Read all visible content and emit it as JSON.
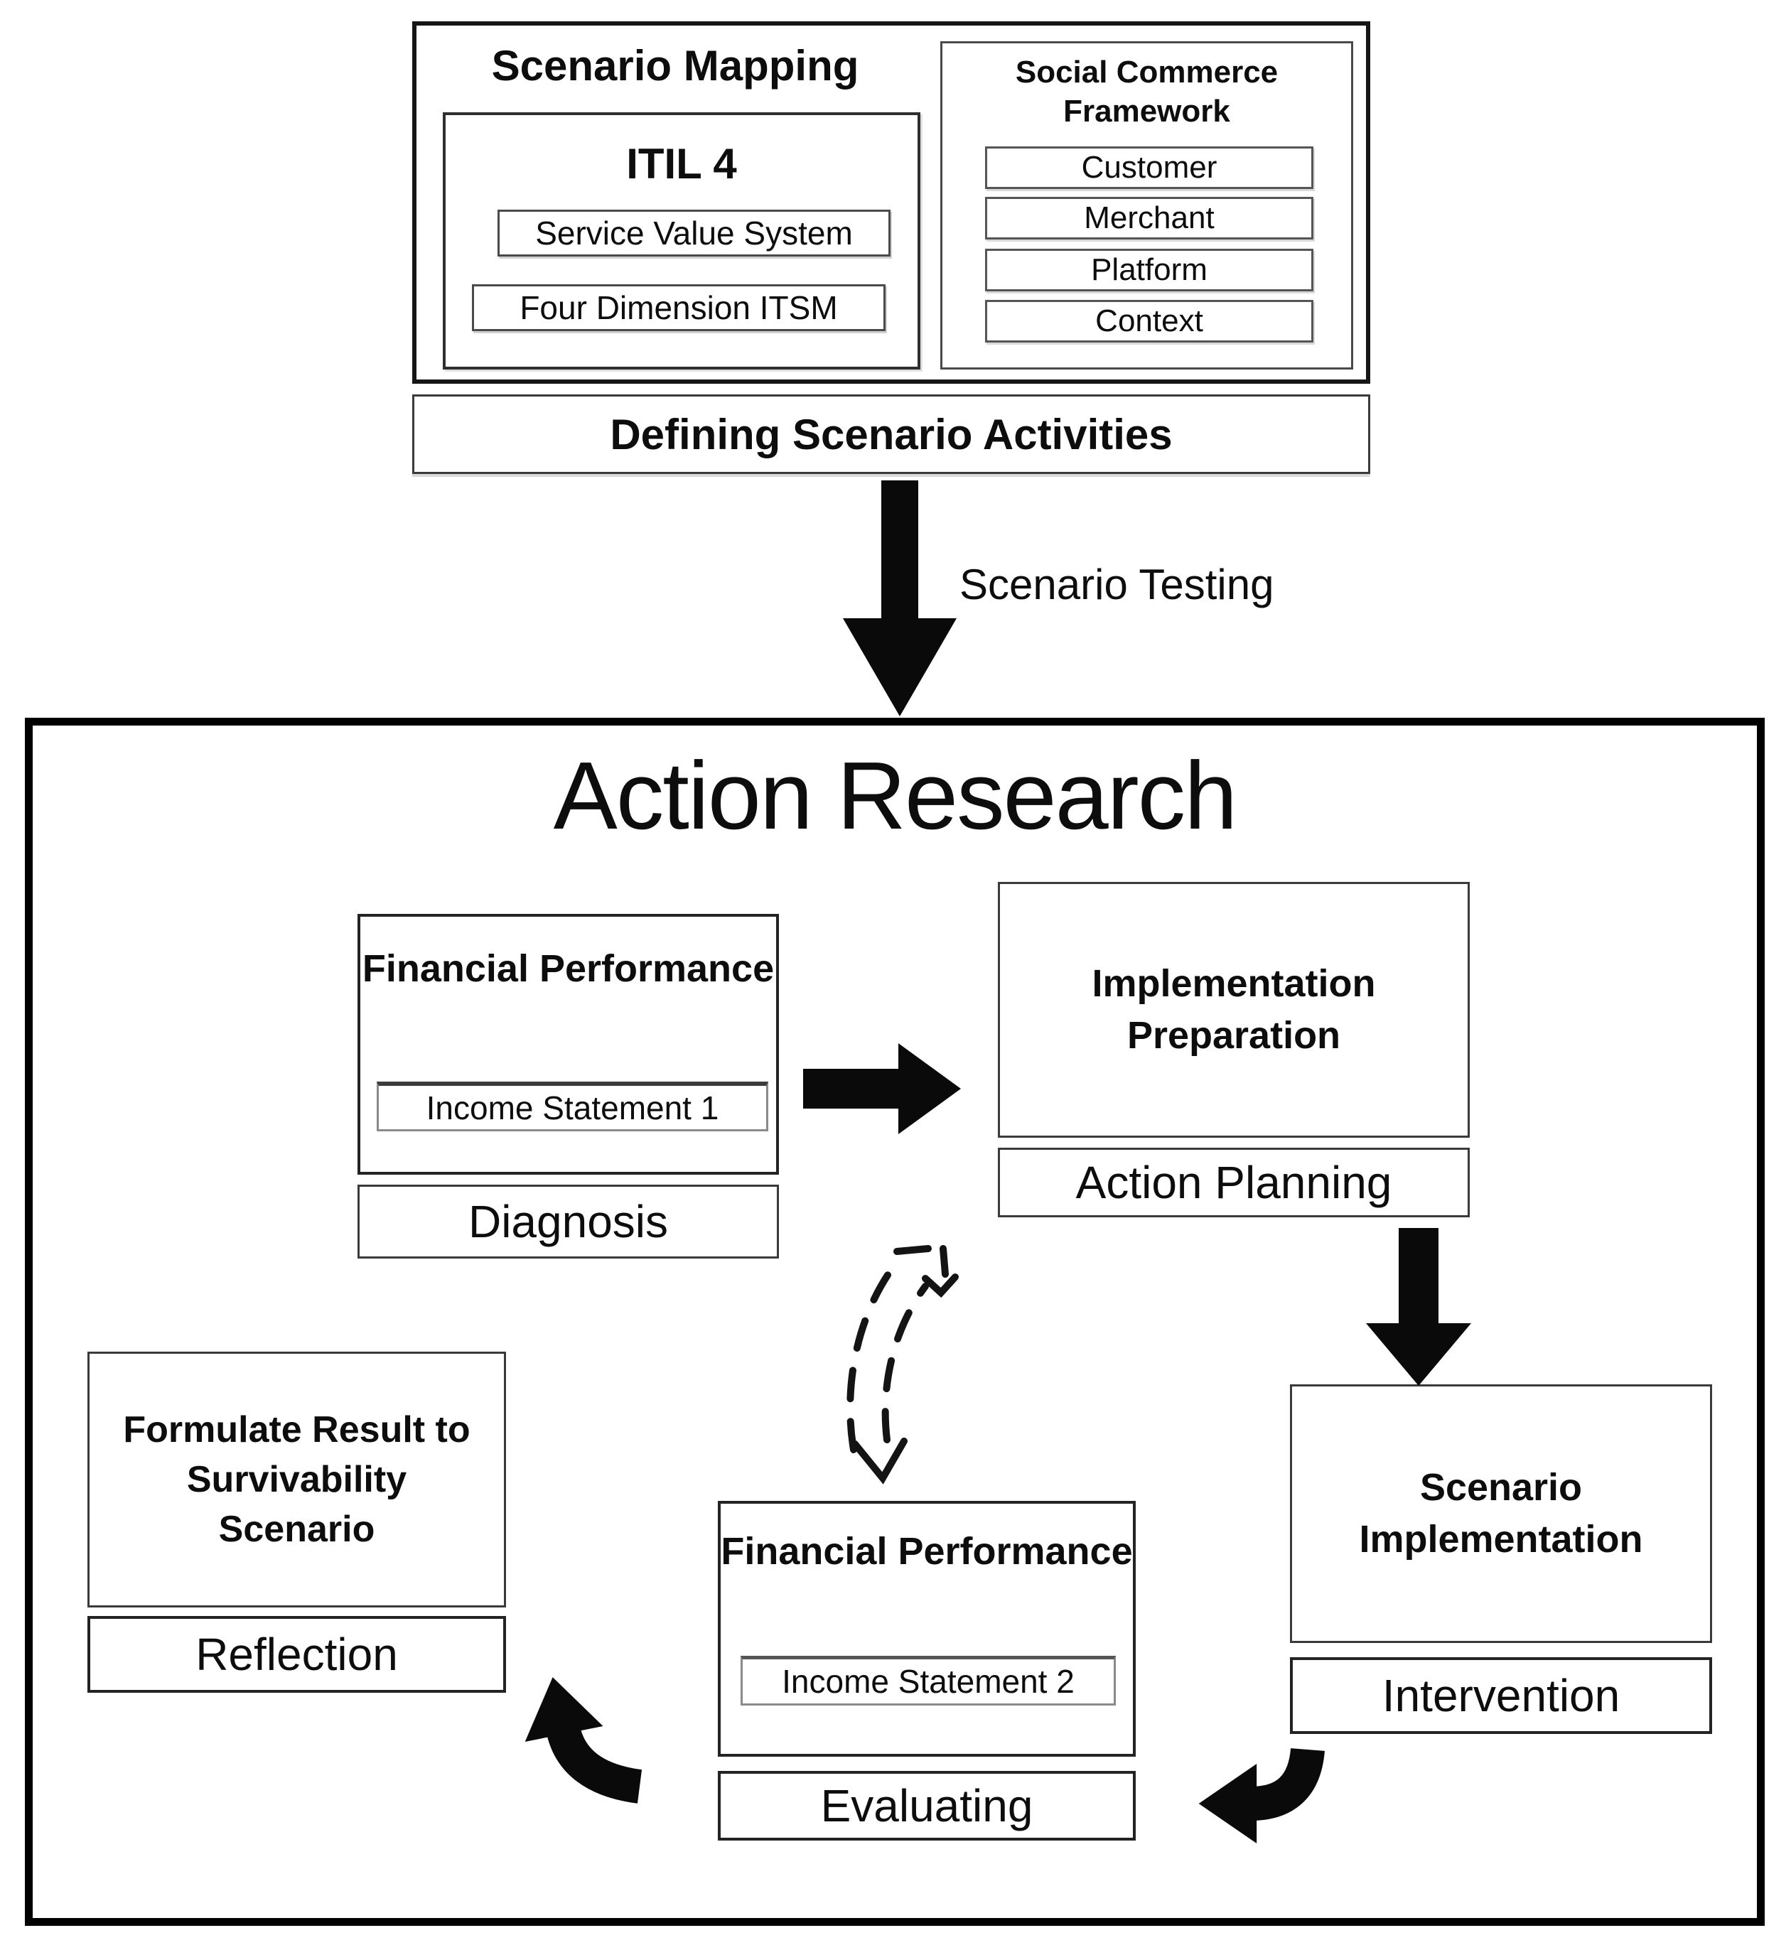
{
  "top": {
    "scenario_mapping": {
      "title": "Scenario Mapping",
      "itil": {
        "title": "ITIL 4",
        "items": [
          "Service Value System",
          "Four Dimension ITSM"
        ]
      },
      "social_commerce": {
        "title": "Social Commerce Framework",
        "items": [
          "Customer",
          "Merchant",
          "Platform",
          "Context"
        ]
      }
    },
    "defining_bar_label": "Defining Scenario Activities"
  },
  "connector_label": "Scenario Testing",
  "action_research": {
    "title": "Action Research",
    "financial_performance_1": {
      "title": "Financial Performance",
      "item": "Income Statement 1",
      "stage_label": "Diagnosis"
    },
    "implementation_preparation": {
      "title": "Implementation Preparation",
      "stage_label": "Action Planning"
    },
    "scenario_implementation": {
      "title": "Scenario Implementation",
      "stage_label": "Intervention"
    },
    "financial_performance_2": {
      "title": "Financial Performance",
      "item": "Income Statement 2",
      "stage_label": "Evaluating"
    },
    "formulate_result": {
      "title": "Formulate Result to Survivability Scenario",
      "stage_label": "Reflection"
    }
  },
  "colors": {
    "ink": "#0d0d0d",
    "background": "#ffffff"
  }
}
